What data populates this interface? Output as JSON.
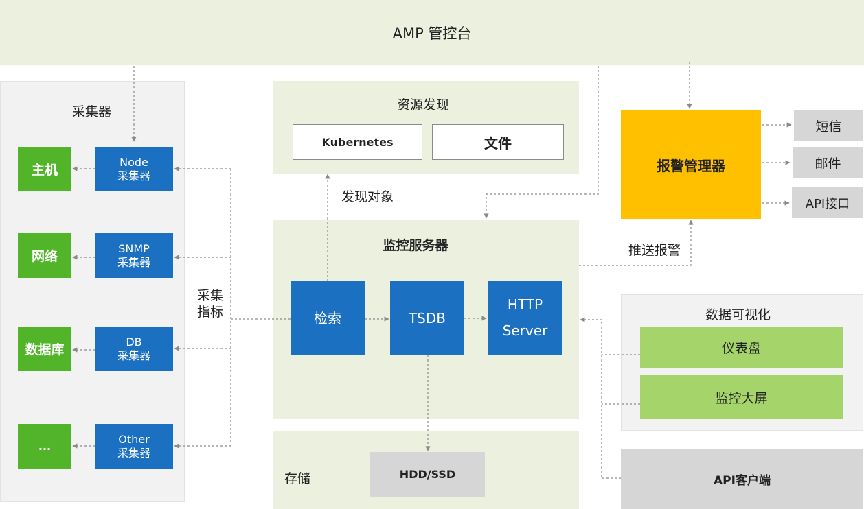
{
  "console": {
    "title": "AMP 管控台"
  },
  "collector_panel": {
    "title": "采集器",
    "targets": [
      "主机",
      "网络",
      "数据库",
      "..."
    ],
    "collectors": [
      {
        "line1": "Node",
        "line2": "采集器"
      },
      {
        "line1": "SNMP",
        "line2": "采集器"
      },
      {
        "line1": "DB",
        "line2": "采集器"
      },
      {
        "line1": "Other",
        "line2": "采集器"
      }
    ]
  },
  "edge_labels": {
    "collect_metrics_line1": "采集",
    "collect_metrics_line2": "指标",
    "discover_targets": "发现对象",
    "push_alerts": "推送报警"
  },
  "discovery": {
    "title": "资源发现",
    "kubernetes": "Kubernetes",
    "file": "文件"
  },
  "monitor_server": {
    "title": "监控服务器",
    "retrieval": "检索",
    "tsdb": "TSDB",
    "http_line1": "HTTP",
    "http_line2": "Server"
  },
  "storage": {
    "title": "存储",
    "disk": "HDD/SSD"
  },
  "alertmanager": {
    "title": "报警管理器",
    "channels": [
      "短信",
      "邮件",
      "API接口"
    ]
  },
  "visualization": {
    "title": "数据可视化",
    "dashboard": "仪表盘",
    "bigscreen": "监控大屏"
  },
  "api_client": {
    "label": "API客户端"
  },
  "colors": {
    "blue": "#1c70c1",
    "green": "#52b428",
    "light_green": "#a5d46a",
    "yellow": "#ffc000",
    "panel_green": "#ebf0df",
    "panel_grey": "#f2f2f2",
    "grey_box": "#d6d6d6"
  }
}
